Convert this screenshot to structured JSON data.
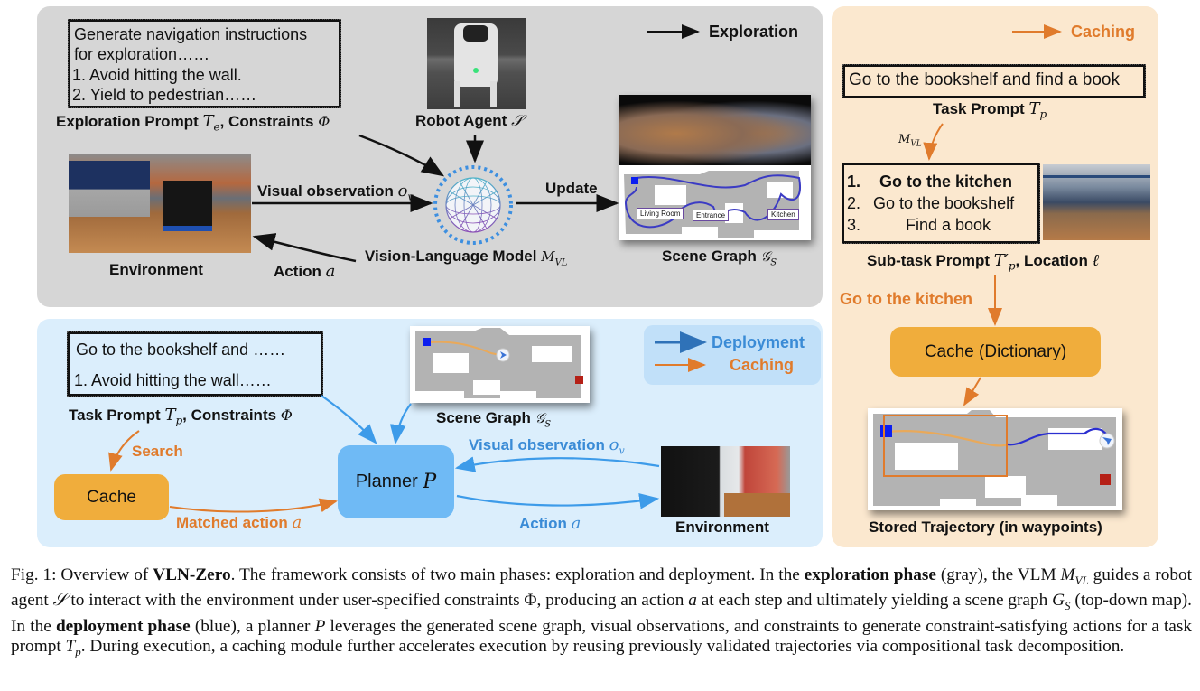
{
  "exploration": {
    "legend_label": "Exploration",
    "prompt_lines": [
      "Generate navigation instructions",
      "for exploration……",
      "1.   Avoid hitting the wall.",
      "2.   Yield to pedestrian……"
    ],
    "prompt_caption": "Exploration Prompt",
    "prompt_symbol": "T",
    "prompt_sub": "e",
    "constraints_label": ", Constraints",
    "constraints_symbol": "Φ",
    "robot_label": "Robot Agent",
    "robot_symbol": "𝒮",
    "env_label": "Environment",
    "visual_obs_label": "Visual observation",
    "visual_obs_symbol": "o",
    "visual_obs_sub": "v",
    "action_label": "Action",
    "action_symbol": "a",
    "vlm_label": "Vision-Language Model",
    "vlm_symbol": "M",
    "vlm_sub": "VL",
    "update_label": "Update",
    "scene_graph_label": "Scene Graph",
    "scene_graph_symbol": "𝒢",
    "scene_graph_sub": "S",
    "map_rooms": [
      "Living Room",
      "Entrance",
      "Kitchen"
    ]
  },
  "deployment": {
    "legend_deploy": "Deployment",
    "legend_caching": "Caching",
    "prompt_lines": [
      "Go to the bookshelf and ……",
      "1. Avoid hitting the wall……"
    ],
    "prompt_caption": "Task Prompt",
    "prompt_symbol": "T",
    "prompt_sub": "p",
    "constraints_label": ", Constraints",
    "constraints_symbol": "Φ",
    "scene_graph_label": "Scene Graph",
    "scene_graph_symbol": "𝒢",
    "scene_graph_sub": "S",
    "search_label": "Search",
    "cache_label": "Cache",
    "matched_action_label": "Matched action",
    "matched_action_symbol": "a",
    "planner_label": "Planner",
    "planner_symbol": "P",
    "visual_obs_label": "Visual observation",
    "visual_obs_symbol": "o",
    "visual_obs_sub": "v",
    "action_label": "Action",
    "action_symbol": "a",
    "env_label": "Environment"
  },
  "caching": {
    "legend_label": "Caching",
    "task_prompt": "Go to the bookshelf and find a book",
    "task_caption": "Task Prompt",
    "task_symbol": "T",
    "task_sub": "p",
    "mvl_symbol": "M",
    "mvl_sub": "VL",
    "subtasks": [
      {
        "num": "1.",
        "text": "Go to the kitchen"
      },
      {
        "num": "2.",
        "text": "Go to the bookshelf"
      },
      {
        "num": "3.",
        "text": "Find a book"
      }
    ],
    "subtask_caption": "Sub-task Prompt",
    "subtask_symbol": "T′",
    "subtask_sub": "p",
    "location_label": ", Location",
    "location_symbol": "ℓ",
    "query_label": "Go to the kitchen",
    "cache_dict_label": "Cache (Dictionary)",
    "trajectory_caption": "Stored Trajectory (in waypoints)"
  },
  "caption": {
    "fig_label": "Fig. 1: Overview of ",
    "title_bold": "VLN-Zero",
    "t1": ". The framework consists of two main phases: exploration and deployment. In the ",
    "b1": "exploration phase",
    "t2": " (gray), the VLM ",
    "m1": "M",
    "m1sub": "VL",
    "t3": " guides a robot agent ",
    "m2": "𝒮",
    "t4": " to interact with the environment under user-specified constraints Φ, producing an action ",
    "m3": "a",
    "t5": " at each step and ultimately yielding a scene graph ",
    "m4": "G",
    "m4sub": "S",
    "t6": " (top-down map). In the ",
    "b2": "deployment phase",
    "t7": " (blue), a planner ",
    "m5": "P",
    "t8": " leverages the generated scene graph, visual observations, and constraints to generate constraint-satisfying actions for a task prompt ",
    "m6": "T",
    "m6sub": "p",
    "t9": ". During execution, a caching module further accelerates execution by reusing previously validated trajectories via compositional task decomposition."
  },
  "colors": {
    "exploration_bg": "#d6d6d6",
    "deployment_bg": "#dbeefc",
    "caching_bg": "#fbe8cf",
    "orange_accent": "#e07b2c",
    "blue_accent": "#3a8bd6",
    "cache_box": "#f0ad3c",
    "planner_box": "#6fbaf5"
  }
}
